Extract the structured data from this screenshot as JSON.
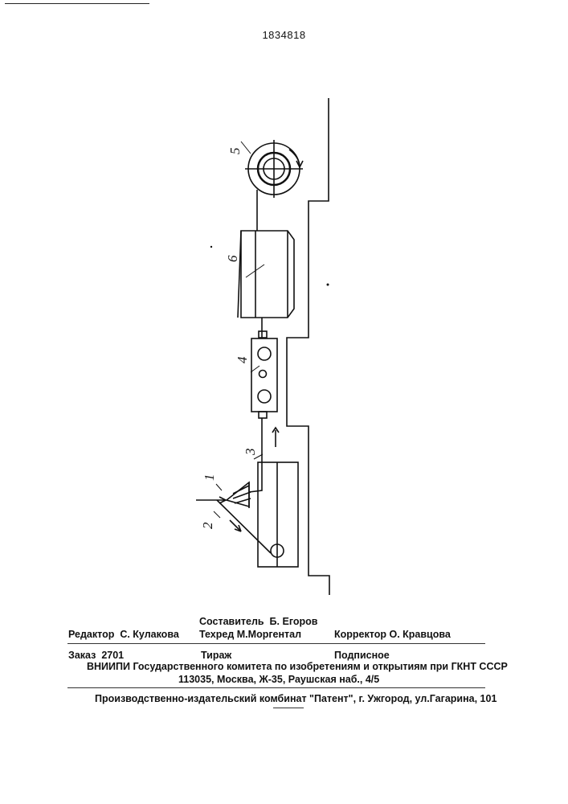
{
  "page_number": "1834818",
  "figure": {
    "labels": {
      "l1": "1",
      "l2": "2",
      "l3": "3",
      "l4": "4",
      "l5": "5",
      "l6": "6"
    }
  },
  "imprint": {
    "compiler_label": "Составитель",
    "compiler_name": "Б. Егоров",
    "editor_label": "Редактор",
    "editor_name": "С. Кулакова",
    "techred_label": "Техред",
    "techred_name": "М.Моргентал",
    "corrector_label": "Корректор",
    "corrector_name": "О. Кравцова",
    "order_label": "Заказ",
    "order_number": "2701",
    "circulation_label": "Тираж",
    "subscription": "Подписное",
    "vniipi_line": "ВНИИПИ Государственного комитета по изобретениям и открытиям при ГКНТ СССР",
    "address_line": "113035, Москва, Ж-35, Раушская наб., 4/5",
    "publisher_line": "Производственно-издательский комбинат \"Патент\", г. Ужгород, ул.Гагарина, 101"
  }
}
